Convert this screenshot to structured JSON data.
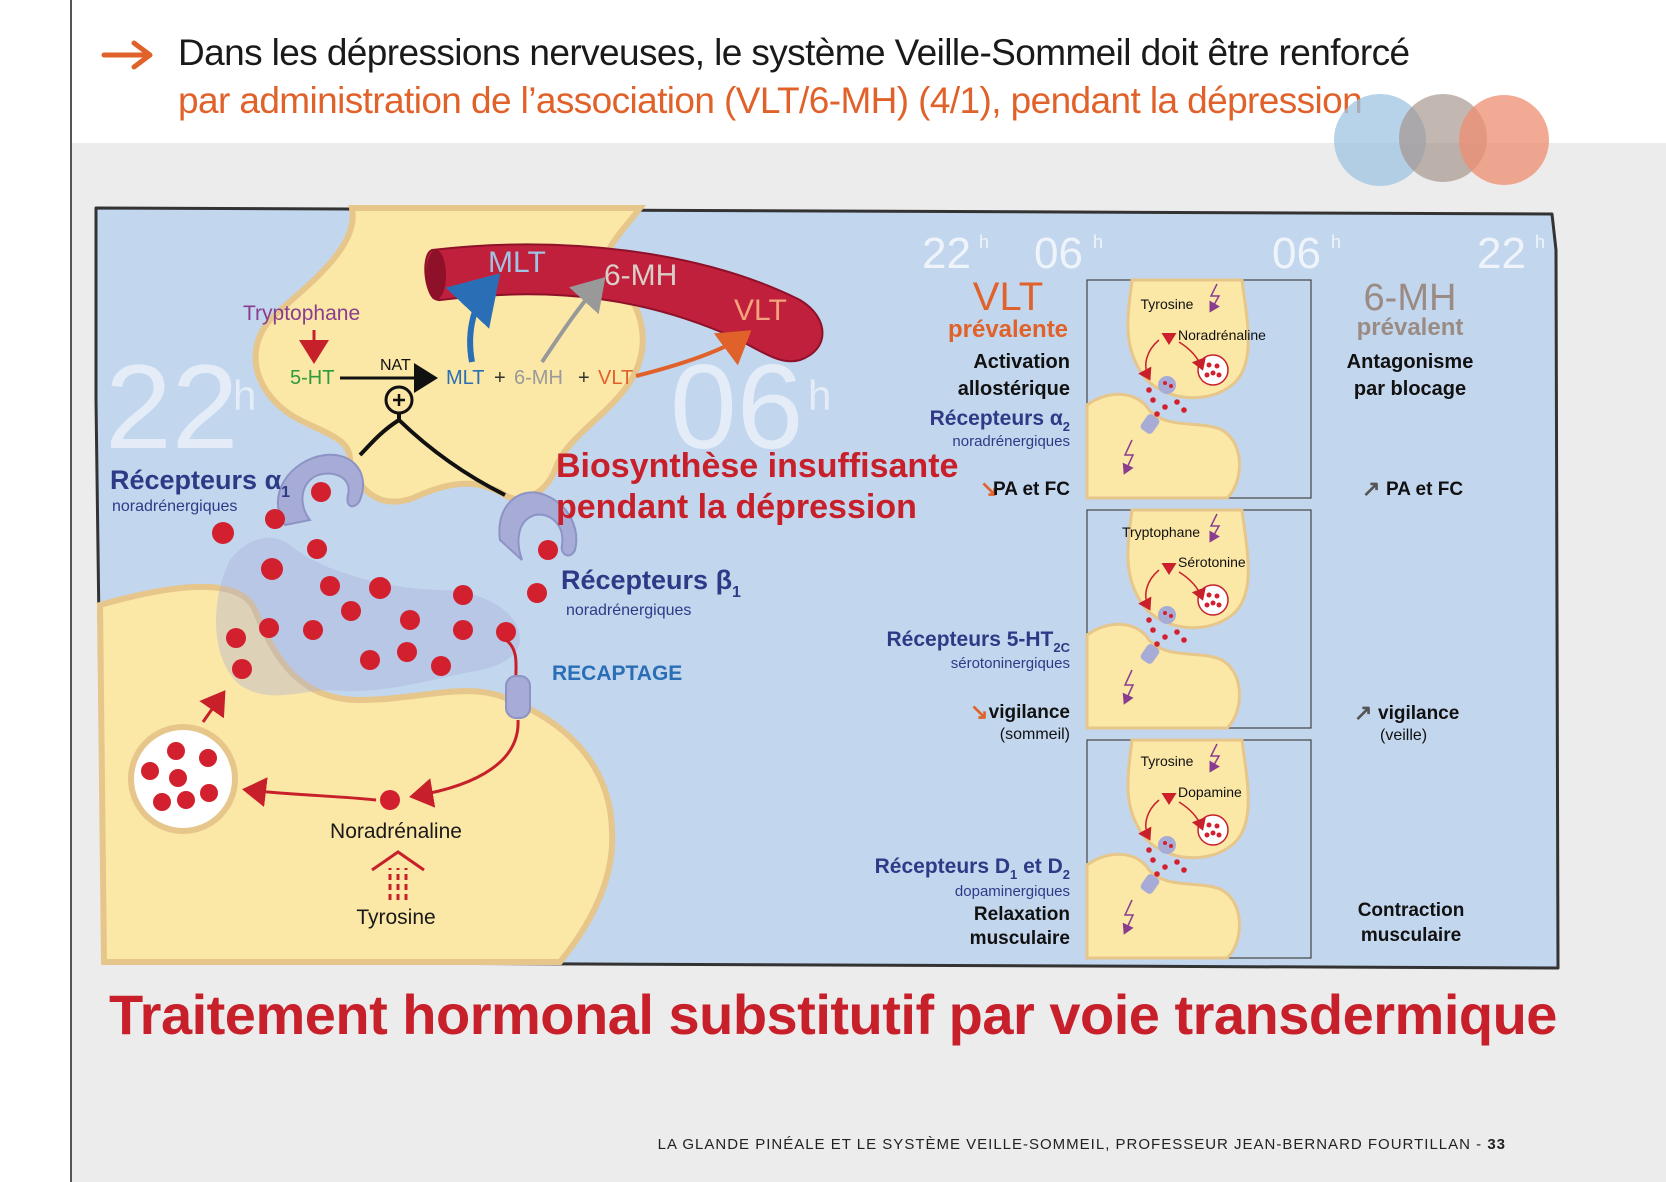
{
  "header": {
    "line1": "Dans les dépressions nerveuses, le système Veille-Sommeil doit être renforcé",
    "line2": "par administration de l’association (VLT/6-MH) (4/1), pendant la dépression",
    "arrow_color": "#e0622a"
  },
  "colors": {
    "panel_bg": "#c2d6ee",
    "neuron": "#fbe7a6",
    "neuron_edge": "#e6c68a",
    "vessel": "#c0203c",
    "dots": "#d3202e",
    "receptor": "#a6acd6",
    "accent_orange": "#e0622a",
    "accent_blue": "#2a6fb5",
    "label_navy": "#2f3a86",
    "circle_blue": "#9fc4e3",
    "circle_brown": "#b5a49a",
    "circle_orange": "#ef8e72"
  },
  "left": {
    "time_left": "22",
    "time_right": "06",
    "time_sup": "h",
    "vessel_mlt": "MLT",
    "vessel_6mh": "6-MH",
    "vessel_vlt": "VLT",
    "tryptophane": "Tryptophane",
    "serotonin": "5-HT",
    "nat": "NAT",
    "eq_mlt": "MLT",
    "eq_plus1": "+",
    "eq_6mh": "6-MH",
    "eq_plus2": "+",
    "eq_vlt": "VLT",
    "biosynthese_1": "Biosynthèse insuffisante",
    "biosynthese_2": "pendant la dépression",
    "rec_a1": "Récepteurs α",
    "rec_a1_sub": "1",
    "rec_a1_small": "noradrénergiques",
    "rec_b1": "Récepteurs β",
    "rec_b1_sub": "1",
    "rec_b1_small": "noradrénergiques",
    "recaptage": "RECAPTAGE",
    "noradrenaline": "Noradrénaline",
    "tyrosine": "Tyrosine"
  },
  "right": {
    "t1": "22",
    "t2": "06",
    "t3": "06",
    "t4": "22",
    "tsup": "h",
    "vlt_title": "VLT",
    "vlt_sub": "prévalente",
    "vlt_action1": "Activation",
    "vlt_action2": "allostérique",
    "mh_title": "6-MH",
    "mh_sub": "prévalent",
    "mh_action1": "Antagonisme",
    "mh_action2": "par blocage",
    "rows": [
      {
        "receptor": "Récepteurs α",
        "receptor_sub": "2",
        "receptor_tail": "",
        "receptor_small": "noradrénergiques",
        "vlt_arrow": "↘",
        "vlt_effect": "PA et FC",
        "vlt_effect_small": "",
        "mh_arrow": "↗",
        "mh_effect": "PA et FC",
        "mh_effect_small": "",
        "panel_precursor": "Tyrosine",
        "panel_product": "Noradrénaline"
      },
      {
        "receptor": "Récepteurs 5-HT",
        "receptor_sub": "2C",
        "receptor_tail": "",
        "receptor_small": "sérotoninergiques",
        "vlt_arrow": "↘",
        "vlt_effect": "vigilance",
        "vlt_effect_small": "(sommeil)",
        "mh_arrow": "↗",
        "mh_effect": "vigilance",
        "mh_effect_small": "(veille)",
        "panel_precursor": "Tryptophane",
        "panel_product": "Sérotonine"
      },
      {
        "receptor": "Récepteurs D",
        "receptor_sub": "1",
        "receptor_tail": " et D",
        "receptor_sub2": "2",
        "receptor_small": "dopaminergiques",
        "vlt_effect": "Relaxation",
        "vlt_effect2": "musculaire",
        "mh_effect": "Contraction",
        "mh_effect2": "musculaire",
        "panel_precursor": "Tyrosine",
        "panel_product": "Dopamine"
      }
    ]
  },
  "bottom_title": "Traitement hormonal substitutif par voie transdermique",
  "footer": {
    "text": "LA GLANDE PINÉALE ET LE SYSTÈME VEILLE-SOMMEIL, PROFESSEUR JEAN-BERNARD FOURTILLAN -",
    "page": "33"
  }
}
